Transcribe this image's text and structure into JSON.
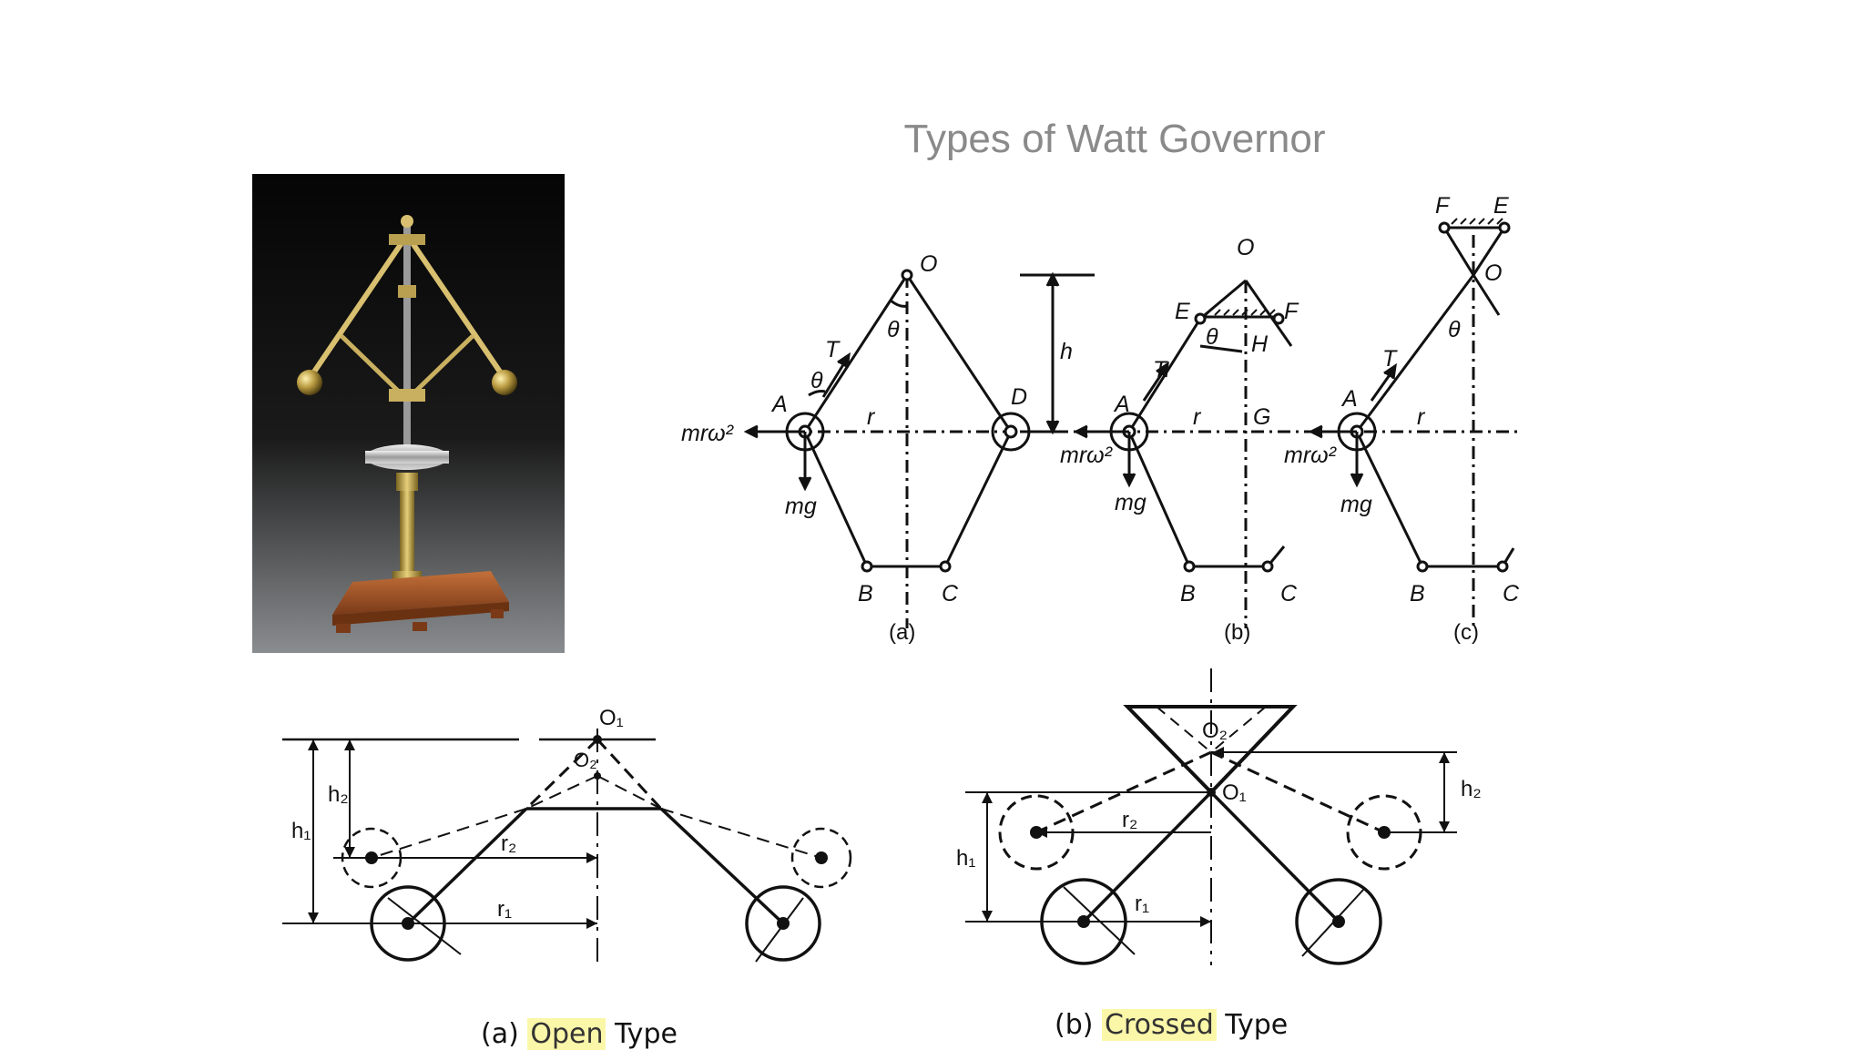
{
  "slide": {
    "title": "Types of  Watt Governor"
  },
  "top_diagram": {
    "a": {
      "labels": [
        "O",
        "T",
        "θ",
        "θ",
        "A",
        "D",
        "r",
        "mrω²",
        "mg",
        "B",
        "C",
        "h"
      ],
      "caption": "(a)"
    },
    "b": {
      "labels": [
        "O",
        "E",
        "F",
        "θ",
        "H",
        "T",
        "A",
        "r",
        "G",
        "mrω²",
        "mg",
        "B",
        "C"
      ],
      "caption": "(b)"
    },
    "c": {
      "labels": [
        "F",
        "E",
        "O",
        "θ",
        "T",
        "A",
        "r",
        "mrω²",
        "mg",
        "B",
        "C"
      ],
      "caption": "(c)"
    }
  },
  "bottom_left": {
    "labels": [
      "O₁",
      "O₂",
      "h₁",
      "h₂",
      "r₂",
      "r₁"
    ],
    "caption_prefix": "(a)",
    "caption_highlight": "Open",
    "caption_suffix": "Type"
  },
  "bottom_right": {
    "labels": [
      "O₂",
      "O₁",
      "h₁",
      "h₂",
      "r₂",
      "r₁"
    ],
    "caption_prefix": "(b)",
    "caption_highlight": "Crossed",
    "caption_suffix": "Type"
  }
}
